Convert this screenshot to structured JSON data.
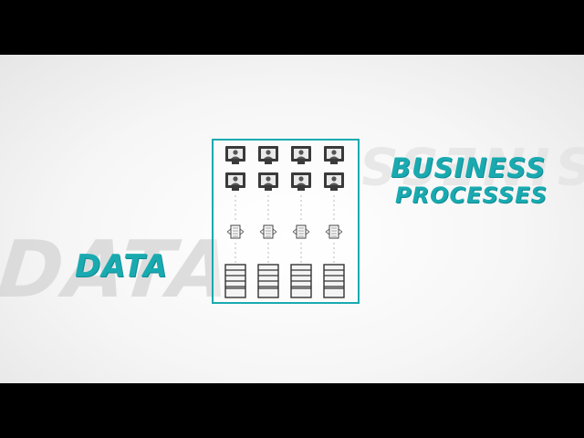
{
  "labels": {
    "data": "DATA",
    "business_line1": "BUSINESS",
    "business_line2": "PROCESSES"
  },
  "background_text": {
    "left": "DATA",
    "right": "BUSINESS"
  },
  "diagram": {
    "columns": 4,
    "rows": [
      "user-icon",
      "user-icon",
      "document-icon",
      "server-icon"
    ],
    "accent_color": "#19aab0"
  }
}
